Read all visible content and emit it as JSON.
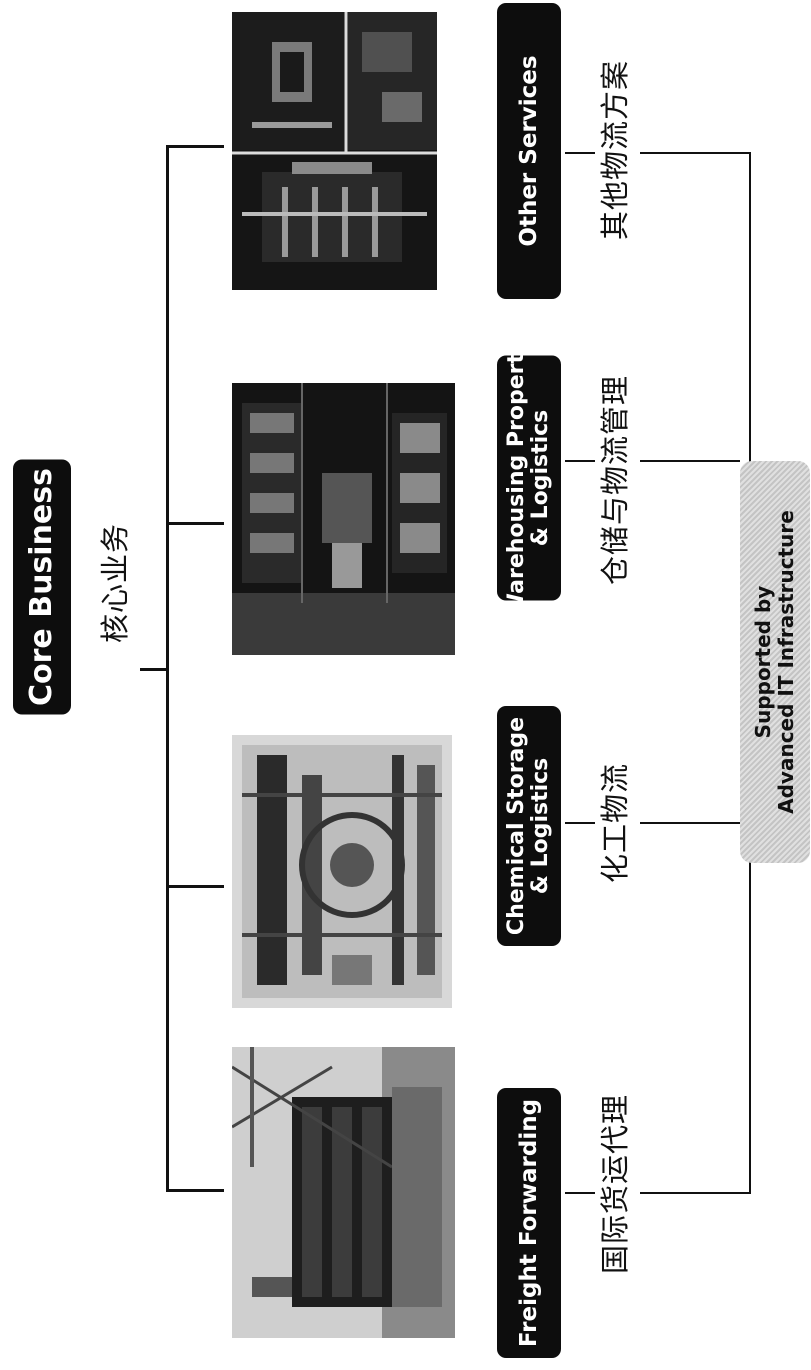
{
  "header": {
    "title": "Core Business",
    "subtitle_cn": "核心业务"
  },
  "services": [
    {
      "label_line1": "Freight Forwarding",
      "label_line2": "",
      "label_cn": "国际货运代理",
      "photo": "container-ship-photo"
    },
    {
      "label_line1": "Chemical Storage",
      "label_line2": "& Logistics",
      "label_cn": "化工物流",
      "photo": "chemical-tank-photo"
    },
    {
      "label_line1": "Warehousing Property",
      "label_line2": "& Logistics",
      "label_cn": "仓储与物流管理",
      "photo": "warehouse-photo"
    },
    {
      "label_line1": "Other Services",
      "label_line2": "",
      "label_cn": "其他物流方案",
      "photo": "other-services-photo"
    }
  ],
  "infrastructure": {
    "line1": "Supported by",
    "line2": "Advanced IT Infrastructure"
  },
  "colors": {
    "pill_bg": "#0d0d0d",
    "pill_text": "#ffffff",
    "line": "#111111",
    "badge_bg": "#cfcfcf"
  }
}
